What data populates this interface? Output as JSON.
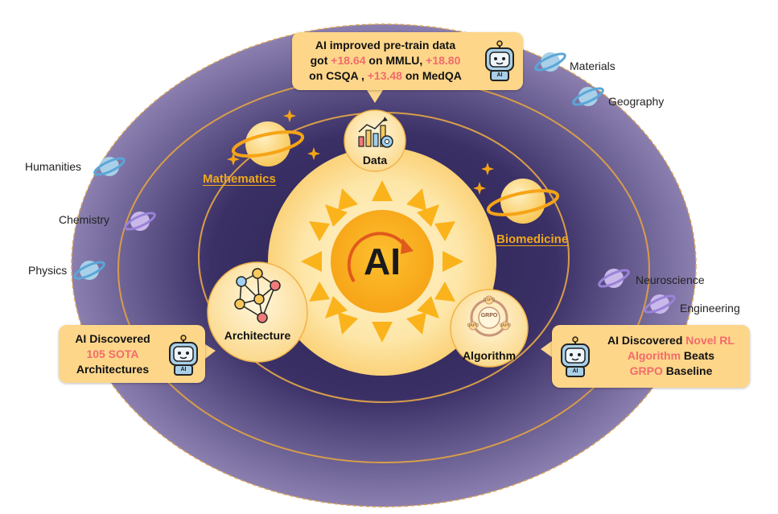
{
  "center": {
    "label": "AI"
  },
  "nodes": {
    "data": {
      "label": "Data"
    },
    "architecture": {
      "label": "Architecture"
    },
    "algorithm": {
      "label": "Algorithm",
      "cycle_labels": [
        "GSPO",
        "GRPO",
        "DAPO",
        "SAPO"
      ]
    }
  },
  "domains_inner": {
    "mathematics": "Mathematics",
    "biomedicine": "Biomedicine"
  },
  "domains_outer": {
    "materials": "Materials",
    "geography": "Geography",
    "humanities": "Humanities",
    "chemistry": "Chemistry",
    "physics": "Physics",
    "neuroscience": "Neuroscience",
    "engineering": "Engineering"
  },
  "callouts": {
    "data": {
      "line1": "AI improved pre-train data",
      "line2_a": "got ",
      "line2_b": "+18.64",
      "line2_c": " on MMLU, ",
      "line2_d": "+18.80",
      "line3_a": "on CSQA , ",
      "line3_b": "+13.48",
      "line3_c": " on MedQA"
    },
    "architecture": {
      "line1": "AI Discovered",
      "line2": "105 SOTA",
      "line3": "Architectures"
    },
    "algorithm": {
      "line1_a": "AI Discovered ",
      "line1_b": "Novel RL",
      "line2_a": "Algorithm",
      "line2_b": " Beats",
      "line3_a": "GRPO",
      "line3_b": " Baseline"
    }
  },
  "robot_badge": "AI",
  "colors": {
    "outer_ellipse": "#5b4c86",
    "inner_dark": "#3a2f5e",
    "sun": "#fbb31c",
    "sun_glow": "#fde6a7",
    "orbit": "#d79d4a",
    "callout": "#fdd68a",
    "highlight": "#f26b6b",
    "label_gold": "#f0a81c"
  }
}
